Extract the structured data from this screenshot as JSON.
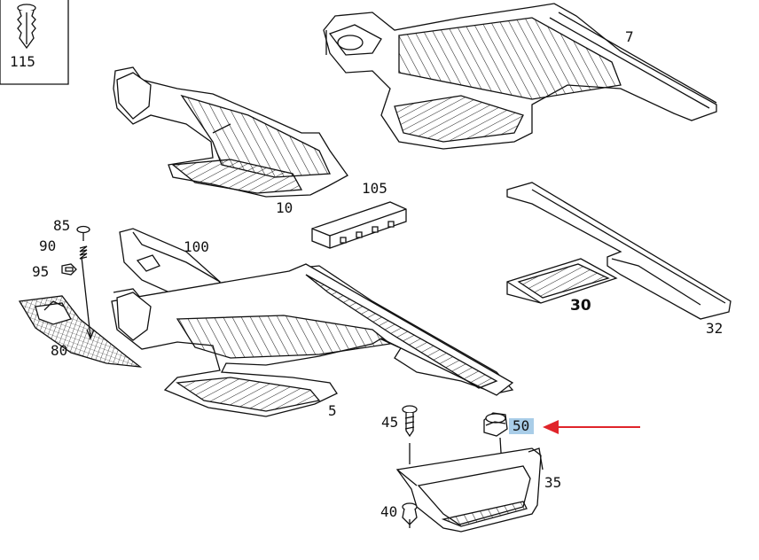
{
  "diagram": {
    "part_labels": {
      "p115": "115",
      "p7": "7",
      "p10": "10",
      "p105": "105",
      "p85": "85",
      "p90": "90",
      "p95": "95",
      "p100": "100",
      "p80": "80",
      "p5": "5",
      "p30": "30",
      "p32": "32",
      "p45": "45",
      "p50": "50",
      "p35": "35",
      "p40": "40"
    },
    "highlighted_part": "50",
    "colors": {
      "line": "#111111",
      "highlight": "#a9cde8",
      "pointer_arrow": "#e0242a",
      "background": "#ffffff"
    }
  }
}
